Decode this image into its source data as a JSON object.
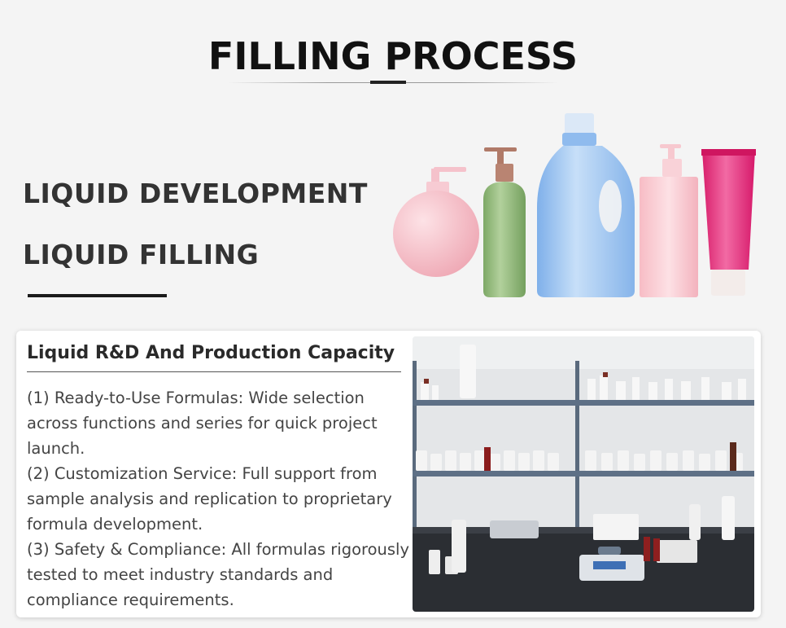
{
  "header": {
    "title": "FILLING PROCESS"
  },
  "hero": {
    "headline_1": "LIQUID DEVELOPMENT",
    "headline_2": "LIQUID FILLING"
  },
  "card": {
    "title": "Liquid R&D And Production Capacity",
    "items": [
      "(1) Ready-to-Use Formulas: Wide selection across functions and series for quick project launch.",
      "(2) Customization Service: Full support from sample analysis and replication to proprietary formula development.",
      "(3) Safety & Compliance: All formulas rigorously tested to meet industry standards and compliance requirements."
    ]
  },
  "colors": {
    "pink_bottle": "#f4b9c4",
    "green_bottle": "#8fb57a",
    "blue_bottle": "#9cc3ef",
    "light_pink_bottle": "#f8c6cd",
    "magenta_tube": "#e6337d"
  }
}
